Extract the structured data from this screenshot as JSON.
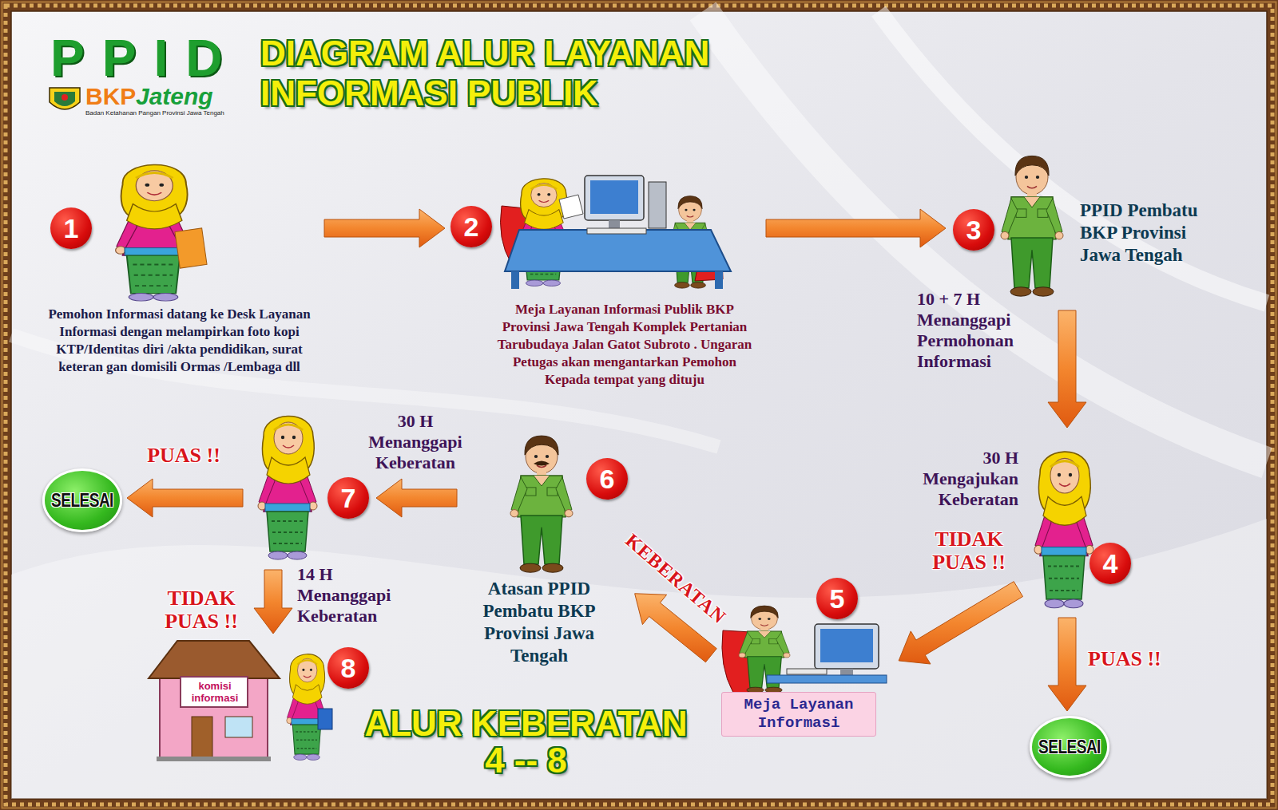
{
  "diagram": {
    "title": "DIAGRAM ALUR LAYANAN INFORMASI PUBLIK",
    "caption": "ALUR KEBERATAN 4 -- 8",
    "nodes": [
      {
        "text": [
          "1",
          "Pemohon Informasi datang ke Desk Layanan Informasi dengan melampirkan foto kopi KTP/Identitas diri /akta pendidikan, surat keteran gan domisili Ormas /Lembaga dll"
        ]
      },
      {
        "text": [
          "2",
          "Meja Layanan Informasi Publik BKP Provinsi Jawa Tengah Komplek Pertanian Tarubudaya Jalan Gatot Subroto . Ungaran Petugas akan mengantarkan Pemohon Kepada tempat yang dituju"
        ]
      },
      {
        "text": [
          "3",
          "PPID Pembatu BKP Provinsi Jawa Tengah"
        ]
      },
      {
        "text": [
          "4"
        ]
      },
      {
        "text": [
          "5",
          "Meja Layanan Informasi"
        ]
      },
      {
        "text": [
          "6",
          "Atasan PPID Pembatu BKP Provinsi Jawa Tengah"
        ]
      },
      {
        "text": [
          "7"
        ]
      },
      {
        "text": [
          "8",
          "komisi informasi"
        ]
      },
      {
        "text": [
          "SELESAI"
        ]
      },
      {
        "text": [
          "SELESAI"
        ]
      }
    ],
    "edges": [
      {
        "from": 0,
        "to": 1,
        "arrow": "to"
      },
      {
        "from": 1,
        "to": 2,
        "arrow": "to"
      },
      {
        "from": 2,
        "to": 3,
        "label": "10 + 7 H Menanggapi Permohonan Informasi",
        "arrow": "to"
      },
      {
        "from": 3,
        "to": 4,
        "label": "TIDAK PUAS !!",
        "arrow": "to"
      },
      {
        "from": 3,
        "to": 8,
        "label": "PUAS !!",
        "arrow": "to"
      },
      {
        "from": 4,
        "to": 5,
        "label": "KEBERATAN",
        "arrow": "to"
      },
      {
        "from": 5,
        "to": 6,
        "label": "30 H Menanggapi Keberatan",
        "arrow": "to"
      },
      {
        "from": 6,
        "to": 9,
        "label": "PUAS !!",
        "arrow": "to"
      },
      {
        "from": 6,
        "to": 7,
        "label": "TIDAK PUAS !!",
        "arrow": "to"
      }
    ],
    "labels": [
      "PPID",
      "BKP",
      "Jateng",
      "Badan Ketahanan Pangan Provinsi Jawa Tengah",
      "30 H Mengajukan Keberatan",
      "14 H Menanggapi Keberatan"
    ]
  }
}
